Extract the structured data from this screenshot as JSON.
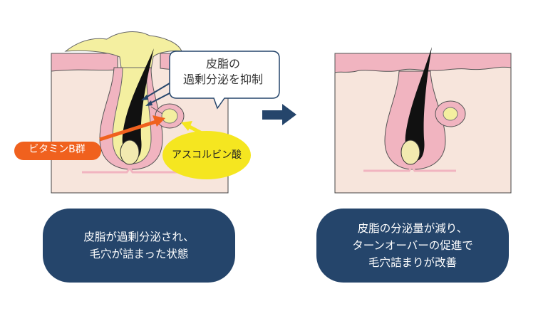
{
  "callout": {
    "line1": "皮脂の",
    "line2": "過剰分泌を抑制"
  },
  "labels": {
    "vitamin_b": "ビタミンB群",
    "ascorbic": "アスコルビン酸"
  },
  "captions": {
    "left": [
      "皮脂が過剰分泌され、",
      "毛穴が詰まった状態"
    ],
    "right": [
      "皮脂の分泌量が減り、",
      "ターンオーバーの促進で",
      "毛穴詰まりが改善"
    ]
  },
  "colors": {
    "skin_pink": "#f1b4c0",
    "dermis": "#f7e5dc",
    "sebum": "#f4efa0",
    "hair": "#111111",
    "bulb": "#f2eab0",
    "caption_bg": "#25456b",
    "vitamin_b": "#f0611e",
    "ascorbic": "#f5e620",
    "arrow_dark": "#25456b"
  }
}
